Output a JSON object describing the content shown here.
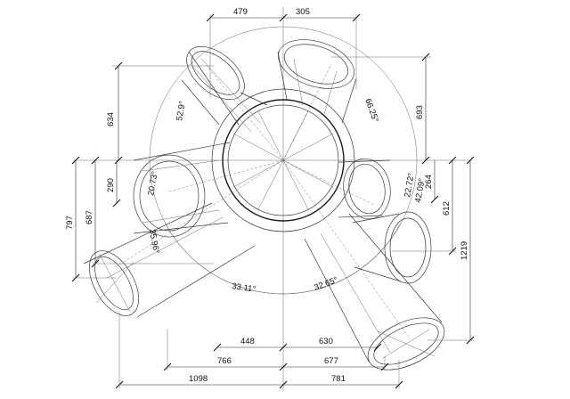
{
  "dimensions": {
    "top_left": "479",
    "top_right": "305",
    "left_634": "634",
    "right_693": "693",
    "left_290": "290",
    "left_687": "687",
    "left_797": "797",
    "right_264": "264",
    "right_612": "612",
    "right_1219": "1219",
    "bottom_448": "448",
    "bottom_630": "630",
    "bottom_766": "766",
    "bottom_677": "677",
    "bottom_1098": "1098",
    "bottom_781": "781"
  },
  "angles": {
    "a_52_9": "52.9°",
    "a_66_25": "66.25°",
    "a_20_73": "20.73°",
    "a_35_96": "35.96°",
    "a_22_72": "22.72°",
    "a_42_09": "42.09°",
    "a_33_11": "33.11°",
    "a_32_65": "32.65°"
  }
}
